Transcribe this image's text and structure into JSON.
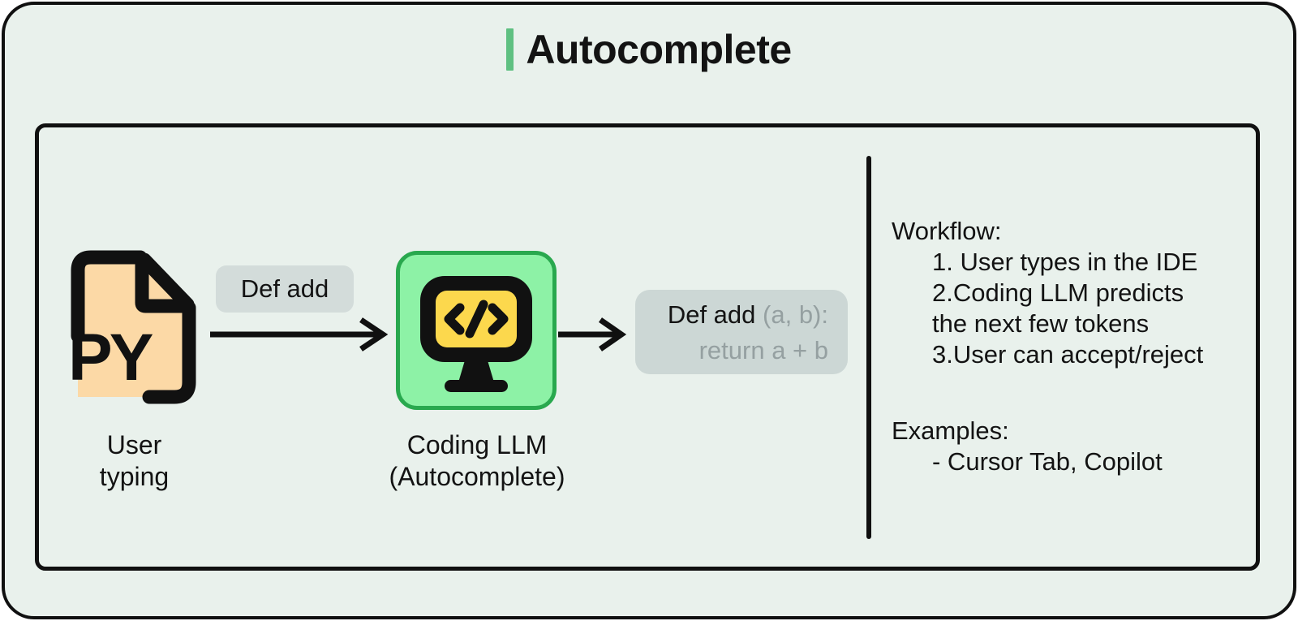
{
  "title": {
    "text": "Autocomplete"
  },
  "colors": {
    "accent_green": "#5fc081",
    "node_green_fill": "#8df2a6",
    "node_green_border": "#29a84e",
    "file_peach": "#fcd9a6",
    "screen_yellow": "#fcd84d",
    "badge_gray": "#d3dcda",
    "snippet_gray": "#ccd7d5",
    "muted_text": "#95a0a1",
    "canvas_mint": "#e9f1ec",
    "ink": "#101010"
  },
  "flow": {
    "user_node": {
      "file_label": "PY",
      "caption": "User\ntyping"
    },
    "typed_badge": {
      "text": "Def add"
    },
    "llm_node": {
      "caption": "Coding LLM\n(Autocomplete)"
    },
    "completion": {
      "typed": "Def add",
      "suggested_args": "(a, b):",
      "suggested_body": "return a + b"
    }
  },
  "notes": {
    "workflow_heading": "Workflow:",
    "workflow_lines": [
      "1. User types in the IDE",
      "2.Coding LLM predicts",
      "the next few tokens",
      "3.User can accept/reject"
    ],
    "examples_heading": "Examples:",
    "examples_lines": [
      "- Cursor Tab, Copilot"
    ]
  }
}
